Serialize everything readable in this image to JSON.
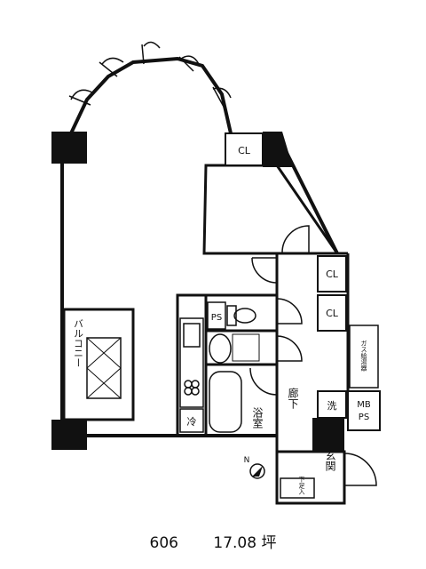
{
  "floor_plan": {
    "room_labels": {
      "closet_top": "CL",
      "closet_mid": "CL",
      "closet_low": "CL",
      "pipe_shaft": "PS",
      "meter_box_pipe_shaft": "MB\nPS",
      "balcony": "バルコニー",
      "bath": "浴室",
      "corridor": "廊下",
      "washroom": "洗",
      "refrigerator": "冷",
      "entrance": "玄関",
      "shoe_box": "下足入",
      "gas_water_heater": "ガス給湯器"
    },
    "north_marker": "N"
  },
  "caption": {
    "unit_number": "606",
    "area": "17.08 坪"
  }
}
